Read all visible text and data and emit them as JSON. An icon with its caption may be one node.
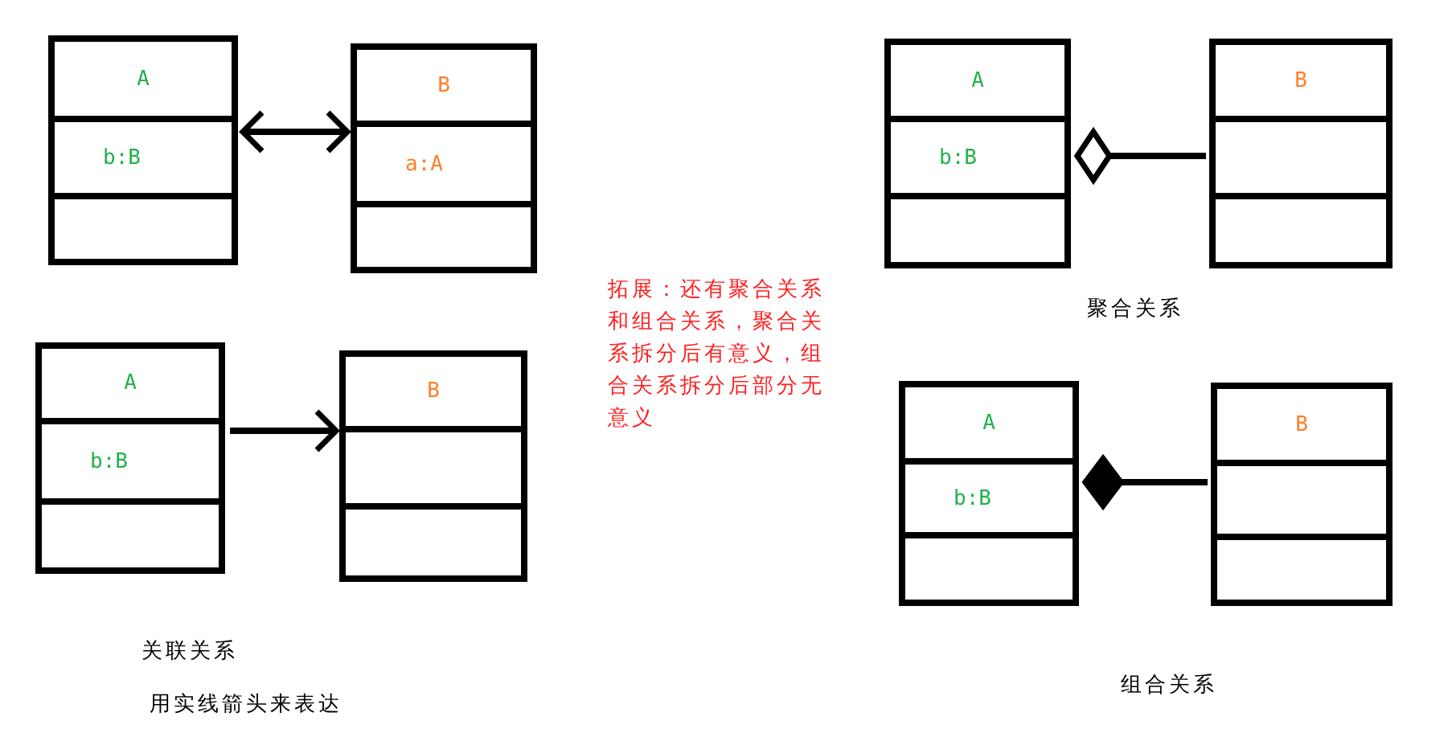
{
  "diagram": {
    "nodes": [
      {
        "text": [
          "A",
          "b:B"
        ]
      },
      {
        "text": [
          "B",
          "a:A"
        ]
      },
      {
        "text": [
          "A",
          "b:B"
        ]
      },
      {
        "text": [
          "B"
        ]
      },
      {
        "text": [
          "A",
          "b:B"
        ]
      },
      {
        "text": [
          "B"
        ]
      },
      {
        "text": [
          "A",
          "b:B"
        ]
      },
      {
        "text": [
          "B"
        ]
      }
    ],
    "edges": [
      {
        "from": 0,
        "to": 1,
        "arrow": "both"
      },
      {
        "from": 2,
        "to": 3,
        "arrow": "other"
      },
      {
        "from": 4,
        "to": 5,
        "arrow": "to"
      },
      {
        "from": 6,
        "to": 7,
        "arrow": "other"
      }
    ],
    "labels": [
      "拓展：还有聚合关系和组合关系，聚合关系拆分后有意义，组合关系拆分后部分无意义",
      "聚合关系",
      "关联关系",
      "用实线箭头来表达",
      "组合关系"
    ]
  }
}
